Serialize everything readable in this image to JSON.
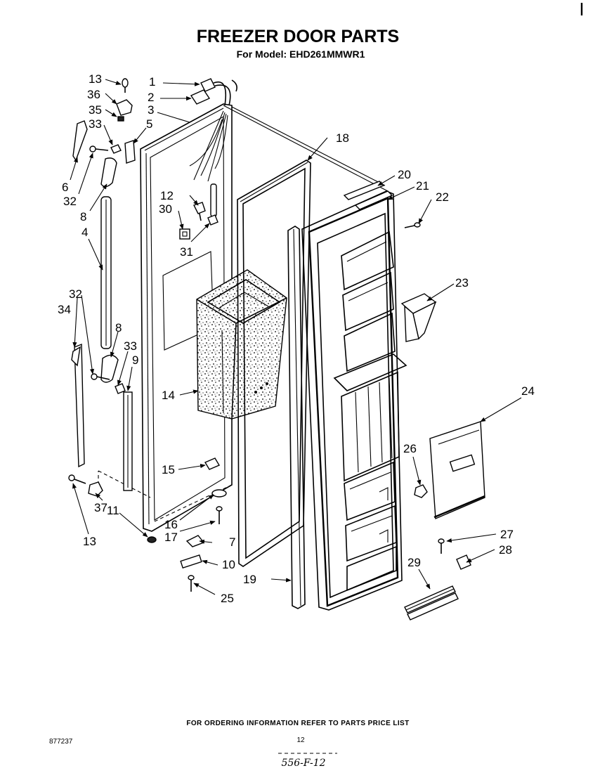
{
  "header": {
    "title": "FREEZER DOOR PARTS",
    "model": "For Model: EHD261MMWR1"
  },
  "footer": {
    "ordering": "FOR ORDERING INFORMATION REFER TO PARTS PRICE LIST",
    "doc_number": "877237",
    "page_number": "12",
    "handwritten_note": "556-F-12"
  },
  "callouts": {
    "c1": "1",
    "c2": "2",
    "c3": "3",
    "c4": "4",
    "c5": "5",
    "c6": "6",
    "c7": "7",
    "c8a": "8",
    "c8b": "8",
    "c9": "9",
    "c10": "10",
    "c11": "11",
    "c12": "12",
    "c13a": "13",
    "c13b": "13",
    "c14": "14",
    "c15": "15",
    "c16": "16",
    "c17": "17",
    "c18": "18",
    "c19": "19",
    "c20": "20",
    "c21": "21",
    "c22": "22",
    "c23": "23",
    "c24": "24",
    "c25": "25",
    "c26": "26",
    "c27": "27",
    "c28": "28",
    "c29": "29",
    "c30": "30",
    "c31": "31",
    "c32a": "32",
    "c32b": "32",
    "c33a": "33",
    "c33b": "33",
    "c34": "34",
    "c35": "35",
    "c36": "36",
    "c37": "37"
  }
}
